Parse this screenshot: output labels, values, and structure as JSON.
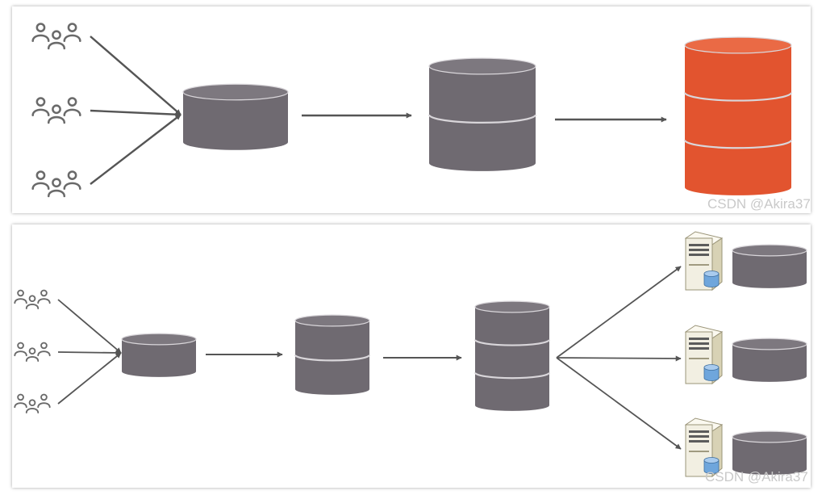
{
  "colors": {
    "cylinder_body": "#6f6a71",
    "cylinder_top": "#7d787f",
    "cylinder_band": "#d9d6da",
    "highlight_body": "#e2542f",
    "highlight_top": "#ea6a45",
    "arrow": "#555555",
    "user_icon": "#6a6a6a",
    "server_case": "#f2efe2",
    "server_side": "#d8d2b5",
    "server_disk": "#6fa6dc"
  },
  "diagrams": {
    "top": {
      "icons": [
        "users-icon",
        "database-cylinder-icon",
        "database-cylinder-icon",
        "database-cylinder-icon"
      ],
      "storage_tiers": [
        1,
        2,
        3
      ],
      "highlighted_tier": 3
    },
    "bottom": {
      "icons": [
        "users-icon",
        "database-cylinder-icon",
        "database-cylinder-icon",
        "database-cylinder-icon",
        "server-icon"
      ],
      "storage_tiers": [
        1,
        2,
        3
      ],
      "server_nodes": 3
    }
  },
  "watermarks": [
    "CSDN @Akira37",
    "CSDN @Akira37"
  ]
}
